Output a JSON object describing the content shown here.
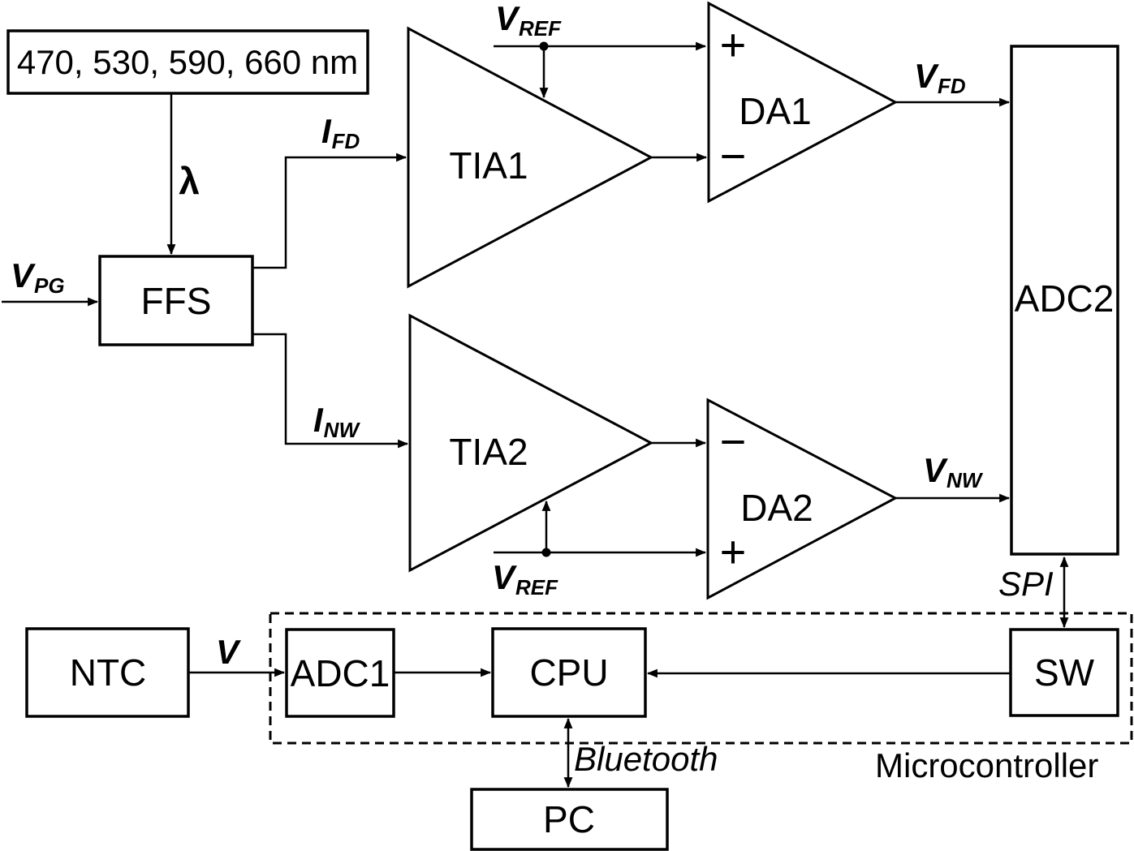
{
  "figure": {
    "wavelength_box": {
      "label": "470, 530, 590, 660 nm"
    },
    "signals": {
      "lambda": "λ",
      "vpg": {
        "base": "V",
        "sub": "PG"
      },
      "ifd": {
        "base": "I",
        "sub": "FD"
      },
      "inw": {
        "base": "I",
        "sub": "NW"
      },
      "vref": {
        "base": "V",
        "sub": "REF"
      },
      "vfd": {
        "base": "V",
        "sub": "FD"
      },
      "vnw": {
        "base": "V",
        "sub": "NW"
      },
      "v": "V",
      "spi": "SPI",
      "bluetooth": "Bluetooth"
    },
    "blocks": {
      "ffs": "FFS",
      "tia1": "TIA1",
      "tia2": "TIA2",
      "da1": "DA1",
      "da2": "DA2",
      "adc2": "ADC2",
      "ntc": "NTC",
      "adc1": "ADC1",
      "cpu": "CPU",
      "sw": "SW",
      "pc": "PC",
      "microcontroller": "Microcontroller"
    },
    "ports": {
      "plus": "+",
      "minus": "−"
    },
    "colors": {
      "ink": "#000000",
      "background": "#ffffff"
    }
  }
}
